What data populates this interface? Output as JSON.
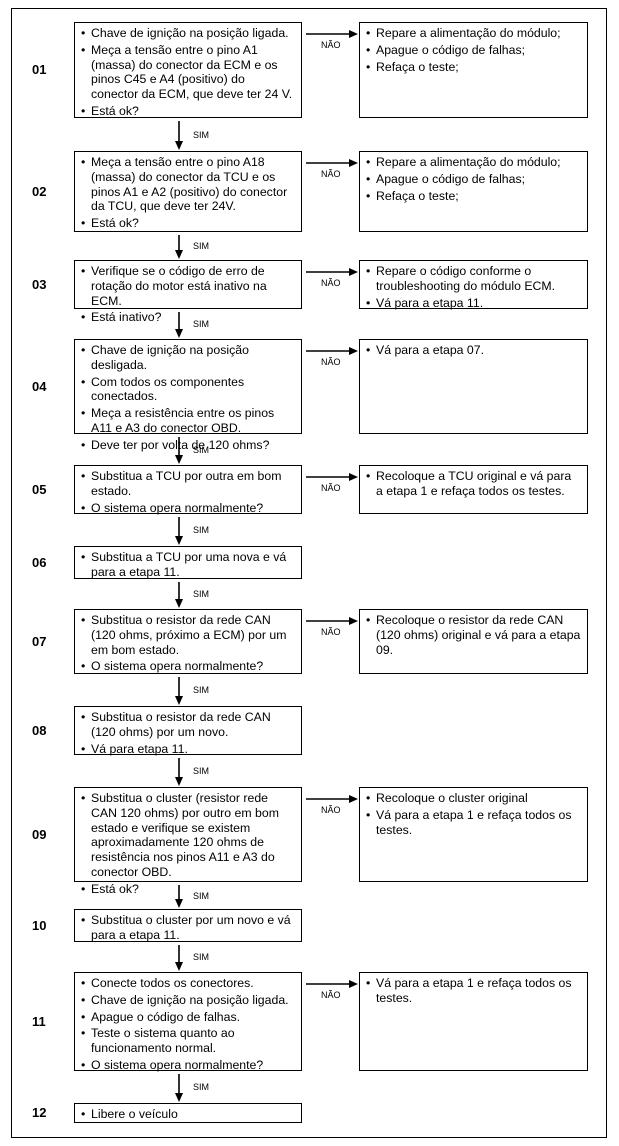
{
  "steps": [
    {
      "num": "01",
      "items": [
        "Chave de ignição na posição ligada.",
        "Meça a tensão entre o pino A1 (massa) do conector da ECM e os pinos C45 e A4 (positivo) do conector da ECM, que deve ter 24 V.",
        "Está ok?"
      ],
      "no_items": [
        "Repare a alimentação do módulo;",
        "Apague o código de falhas;",
        "Refaça o teste;"
      ]
    },
    {
      "num": "02",
      "items": [
        "Meça a tensão entre o pino A18 (massa) do conector da TCU e os pinos A1 e A2 (positivo) do conector da TCU, que deve ter 24V.",
        "Está ok?"
      ],
      "no_items": [
        "Repare a alimentação do módulo;",
        "Apague o código de falhas;",
        "Refaça o teste;"
      ]
    },
    {
      "num": "03",
      "items": [
        "Verifique se o código de erro de rotação do motor está inativo na ECM.",
        "Está inativo?"
      ],
      "no_items": [
        "Repare o código conforme o troubleshooting do módulo ECM.",
        "Vá para a etapa 11."
      ]
    },
    {
      "num": "04",
      "items": [
        "Chave de ignição na posição desligada.",
        "Com todos os componentes conectados.",
        "Meça a resistência entre os pinos A11 e A3 do conector OBD.",
        "Deve ter por volta de 120 ohms?"
      ],
      "no_items": [
        "Vá para a etapa 07."
      ]
    },
    {
      "num": "05",
      "items": [
        "Substitua a TCU por outra em bom estado.",
        "O sistema opera normalmente?"
      ],
      "no_items": [
        "Recoloque a TCU original e vá para a etapa 1 e refaça todos os testes."
      ]
    },
    {
      "num": "06",
      "items": [
        "Substitua a TCU por uma nova e vá para a etapa 11."
      ],
      "no_items": []
    },
    {
      "num": "07",
      "items": [
        "Substitua o resistor da rede CAN (120 ohms, próximo a ECM) por um em bom estado.",
        "O sistema opera normalmente?"
      ],
      "no_items": [
        "Recoloque o resistor da rede CAN (120 ohms) original e vá para a etapa 09."
      ]
    },
    {
      "num": "08",
      "items": [
        "Substitua o resistor da rede CAN (120 ohms) por um novo.",
        "Vá para etapa 11."
      ],
      "no_items": []
    },
    {
      "num": "09",
      "items": [
        "Substitua o cluster (resistor rede CAN 120 ohms) por outro em bom estado e verifique se existem aproximadamente 120 ohms de resistência nos pinos A11 e A3 do conector OBD.",
        "Está ok?"
      ],
      "no_items": [
        "Recoloque o cluster original",
        "Vá para a etapa 1 e refaça todos os testes."
      ]
    },
    {
      "num": "10",
      "items": [
        "Substitua o cluster por um novo e vá para a etapa 11."
      ],
      "no_items": []
    },
    {
      "num": "11",
      "items": [
        "Conecte todos os conectores.",
        "Chave de ignição na posição ligada.",
        "Apague o código de falhas.",
        "Teste o sistema quanto ao funcionamento normal.",
        "O sistema opera normalmente?"
      ],
      "no_items": [
        "Vá para a etapa 1 e refaça todos os testes."
      ]
    },
    {
      "num": "12",
      "items": [
        "Libere o veículo"
      ],
      "no_items": []
    }
  ],
  "labels": {
    "yes": "SIM",
    "no": "NÃO"
  }
}
